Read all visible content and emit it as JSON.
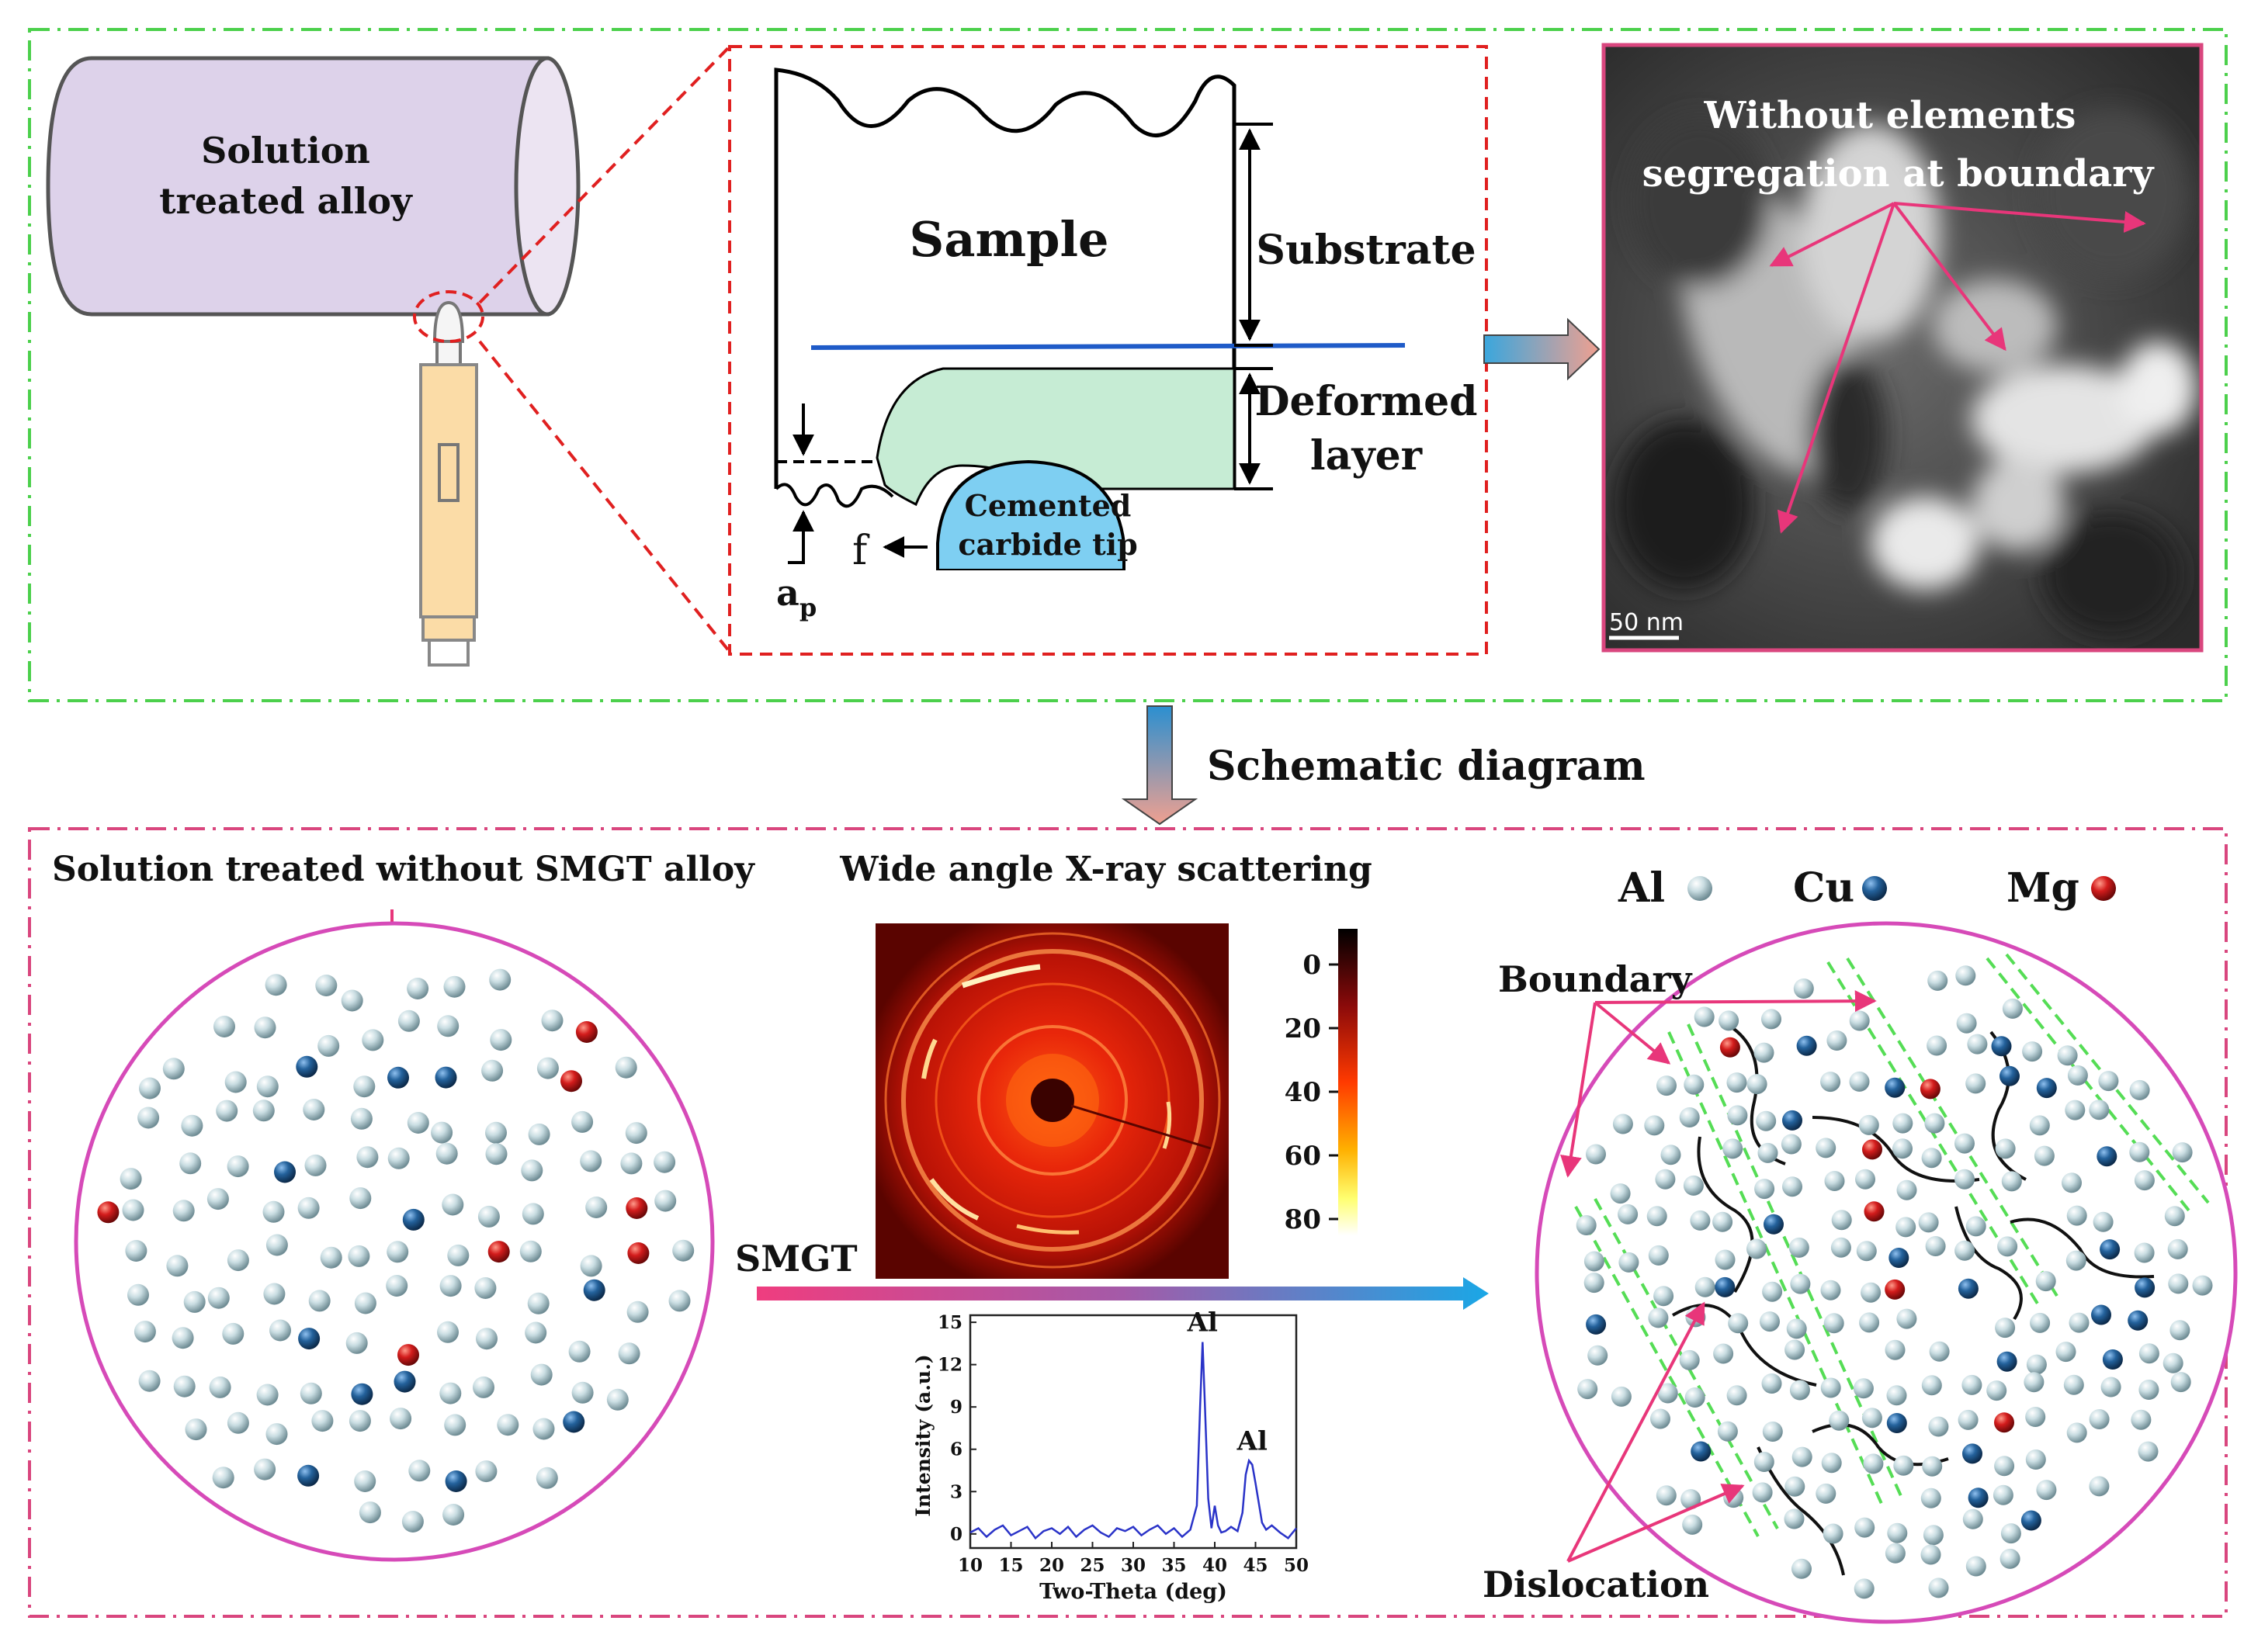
{
  "top": {
    "cylinder_label_1": "Solution",
    "cylinder_label_2": "treated alloy",
    "sample_label": "Sample",
    "substrate_label": "Substrate",
    "deformed_label_1": "Deformed",
    "deformed_label_2": "layer",
    "tip_label_1": "Cemented",
    "tip_label_2": "carbide tip",
    "feed_label": "f",
    "depth_label": "a",
    "depth_sub": "p",
    "tem_caption_1": "Without elements",
    "tem_caption_2": "segregation at boundary",
    "scale_bar": "50 nm"
  },
  "middle": {
    "arrow_label": "Schematic diagram"
  },
  "bottom": {
    "left_title": "Solution treated without SMGT alloy",
    "waxs_title": "Wide angle X-ray scattering",
    "colorbar_ticks": [
      "0",
      "20",
      "40",
      "60",
      "80"
    ],
    "process_label": "SMGT",
    "legend": [
      {
        "label": "Al",
        "color": "#9fbcc4"
      },
      {
        "label": "Cu",
        "color": "#1f5f98"
      },
      {
        "label": "Mg",
        "color": "#c8191b"
      }
    ],
    "boundary_label": "Boundary",
    "dislocation_label": "Dislocation"
  },
  "colors": {
    "green_frame": "#4cd04c",
    "red_frame": "#e02020",
    "magenta_frame": "#d9467e",
    "boundary_line": "#55dd55",
    "tip": "#7ecff2",
    "deformed": "#bfe8cf",
    "blue_line": "#1f5bc8",
    "al_atom": "#9fbcc4",
    "cu_atom": "#1f5f98",
    "mg_atom": "#c8191b"
  },
  "chart_data": {
    "type": "line",
    "xlabel": "Two-Theta (deg)",
    "ylabel": "Intensity (a.u.)",
    "xlim": [
      10,
      50
    ],
    "ylim": [
      -1,
      15.5
    ],
    "xticks": [
      10,
      15,
      20,
      25,
      30,
      35,
      40,
      45,
      50
    ],
    "yticks": [
      0,
      3,
      6,
      9,
      12,
      15
    ],
    "series": [
      {
        "x": [
          10,
          11,
          12,
          13,
          14,
          15,
          16,
          17,
          18,
          19,
          20,
          21,
          22,
          23,
          24,
          25,
          26,
          27,
          28,
          29,
          30,
          31,
          32,
          33,
          34,
          35,
          36,
          37,
          37.8,
          38.2,
          38.5,
          38.8,
          39.2,
          39.6,
          40,
          40.4,
          40.8,
          41.3,
          42,
          42.8,
          43.4,
          43.8,
          44.2,
          44.6,
          45,
          45.4,
          45.8,
          46.3,
          47,
          48,
          49,
          50
        ],
        "y": [
          0.1,
          0.4,
          -0.2,
          0.3,
          0.6,
          -0.1,
          0.2,
          0.5,
          -0.3,
          0.2,
          0.4,
          0.0,
          0.5,
          -0.2,
          0.3,
          0.6,
          0.1,
          -0.2,
          0.4,
          0.2,
          0.5,
          -0.1,
          0.3,
          0.6,
          0.0,
          0.4,
          -0.2,
          0.3,
          2.0,
          9.0,
          13.6,
          9.0,
          2.5,
          0.4,
          2.0,
          0.6,
          0.1,
          0.2,
          0.5,
          0.2,
          1.5,
          4.2,
          5.2,
          4.9,
          3.6,
          2.2,
          0.8,
          0.3,
          0.6,
          0.1,
          -0.3,
          0.4
        ]
      }
    ],
    "annotations": [
      {
        "text": "Al",
        "x": 38.5,
        "y": 13.6
      },
      {
        "text": "Al",
        "x": 44.6,
        "y": 5.2
      }
    ]
  }
}
